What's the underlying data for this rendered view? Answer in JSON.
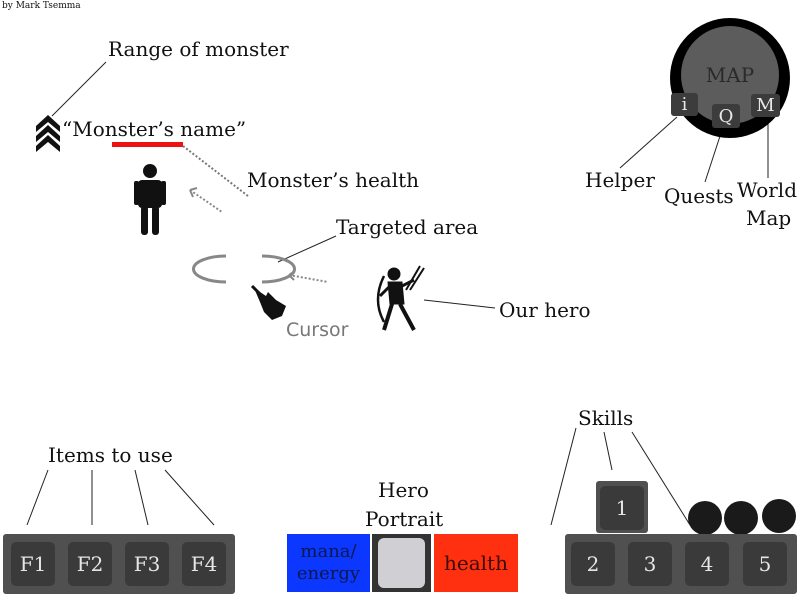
{
  "credit": "by Mark Tsemma",
  "annotations": {
    "range_of_monster": "Range of monster",
    "monster_name": "“Monster’s name”",
    "monster_health": "Monster’s health",
    "targeted_area": "Targeted area",
    "cursor": "Cursor",
    "our_hero": "Our hero",
    "helper": "Helper",
    "quests": "Quests",
    "world_map_line1": "World",
    "world_map_line2": "Map",
    "items_to_use": "Items to use",
    "hero_portrait_line1": "Hero",
    "hero_portrait_line2": "Portrait",
    "skills": "Skills"
  },
  "minimap": {
    "label": "MAP",
    "buttons": {
      "helper": "i",
      "quests": "Q",
      "world_map": "M"
    }
  },
  "items": [
    "F1",
    "F2",
    "F3",
    "F4"
  ],
  "status": {
    "mana_line1": "mana/",
    "mana_line2": "energy",
    "health": "health"
  },
  "skills": {
    "raised": "1",
    "keys": [
      "2",
      "3",
      "4",
      "5"
    ]
  },
  "colors": {
    "mana": "#0b37ff",
    "health": "#ff3010",
    "monster_health_bar": "#ee1111",
    "panel": "#505050",
    "key": "#3a3a3a"
  },
  "icons": {
    "range": "chevron-stack-icon",
    "monster": "person-silhouette-icon",
    "cursor": "pointing-hand-icon",
    "hero": "archer-icon",
    "arrow": "arrow-icon"
  }
}
